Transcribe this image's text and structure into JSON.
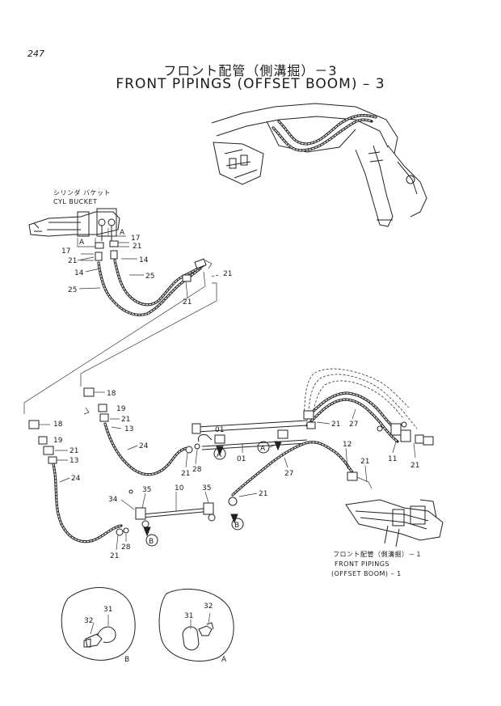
{
  "page_number": "247",
  "title_jp": "フロント配管（側溝掘）－3",
  "title_en": "FRONT PIPINGS (OFFSET BOOM) – 3",
  "cylinder_label_jp": "シリンダ バケット",
  "cylinder_label_en": "CYL   BUCKET",
  "ref_jp": "フロント配管（側溝掘）－１",
  "ref_en1": "FRONT PIPINGS",
  "ref_en2": "(OFFSET BOOM) – 1",
  "parts": {
    "p01": "01",
    "p10": "10",
    "p11": "11",
    "p12": "12",
    "p13": "13",
    "p14": "14",
    "p17": "17",
    "p18": "18",
    "p19": "19",
    "p21": "21",
    "p24": "24",
    "p25": "25",
    "p27": "27",
    "p28": "28",
    "p31": "31",
    "p32": "32",
    "p34": "34",
    "p35": "35"
  },
  "views": {
    "a": "A",
    "b": "B"
  }
}
